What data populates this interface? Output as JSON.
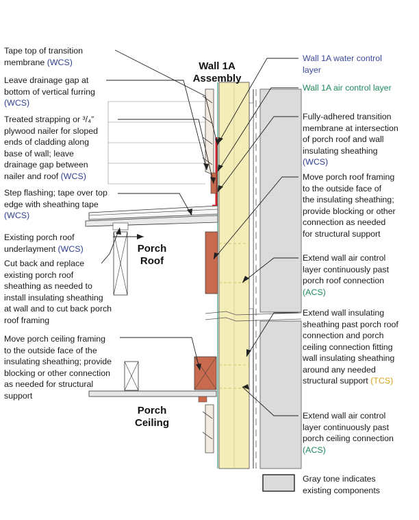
{
  "title": {
    "lines": [
      "Wall 1A",
      "Assembly"
    ]
  },
  "porch_roof_label": [
    "Porch",
    "Roof"
  ],
  "porch_ceiling_label": [
    "Porch",
    "Ceiling"
  ],
  "legend": {
    "text": [
      "Gray tone indicates",
      "existing components"
    ]
  },
  "colors": {
    "wcs": "#2f3f8f",
    "acs": "#1e8a5a",
    "tcs": "#d6a21b",
    "water_layer": "#3a4a9a",
    "air_layer": "#1e8a5a",
    "insulation": "#f4edb8",
    "framing": "#c86a4e",
    "existing_gray": "#d9d9d9",
    "tape": "#d4202a"
  },
  "right_labels": {
    "water_control": "Wall 1A water control layer",
    "water_control_lines": [
      "Wall 1A water control",
      "layer"
    ],
    "air_control": "Wall 1A air control layer",
    "transition": [
      "Fully-adhered transition",
      "membrane at intersection",
      "of porch roof and wall",
      "insulating sheathing"
    ],
    "transition_code": "(WCS)",
    "move_roof_framing": [
      "Move porch roof framing",
      "to the outside face of",
      "the insulating sheathing;",
      "provide blocking or other",
      "connection as needed",
      "for structural support"
    ],
    "extend_air_roof": [
      "Extend wall air control",
      "layer continuously past",
      "porch roof connection"
    ],
    "extend_air_roof_code": "(ACS)",
    "extend_sheathing": [
      "Extend wall insulating",
      "sheathing past porch roof",
      "connection and porch",
      "ceiling connection fitting",
      "wall insulating sheathing",
      "around any needed",
      "structural support"
    ],
    "extend_sheathing_code": "(TCS)",
    "extend_air_ceiling": [
      "Extend wall air control",
      "layer continuously past",
      "porch ceiling connection"
    ],
    "extend_air_ceiling_code": "(ACS)"
  },
  "left_labels": {
    "tape_top": [
      "Tape top of transition",
      "membrane"
    ],
    "tape_top_code": "(WCS)",
    "drainage_gap": [
      "Leave drainage gap at",
      "bottom of vertical furring"
    ],
    "drainage_gap_code": "(WCS)",
    "strapping": [
      "Treated strapping or ³/₄”",
      "plywood nailer for sloped",
      "ends of cladding along",
      "base of wall; leave",
      "drainage gap between",
      "nailer and roof"
    ],
    "strapping_code": "(WCS)",
    "step_flashing": [
      "Step flashing; tape over top",
      "edge with sheathing tape"
    ],
    "step_flashing_code": "(WCS)",
    "underlayment": [
      "Existing porch roof",
      "underlayment"
    ],
    "underlayment_code": "(WCS)",
    "cut_back": [
      "Cut back and replace",
      "existing porch roof",
      "sheathing as needed to",
      "install insulating sheathing",
      "at wall and to cut back porch",
      "roof framing"
    ],
    "move_ceiling": [
      "Move porch ceiling framing",
      "to the outside face of the",
      "insulating sheathing; provide",
      "blocking or other connection",
      "as needed for structural",
      "support"
    ]
  }
}
